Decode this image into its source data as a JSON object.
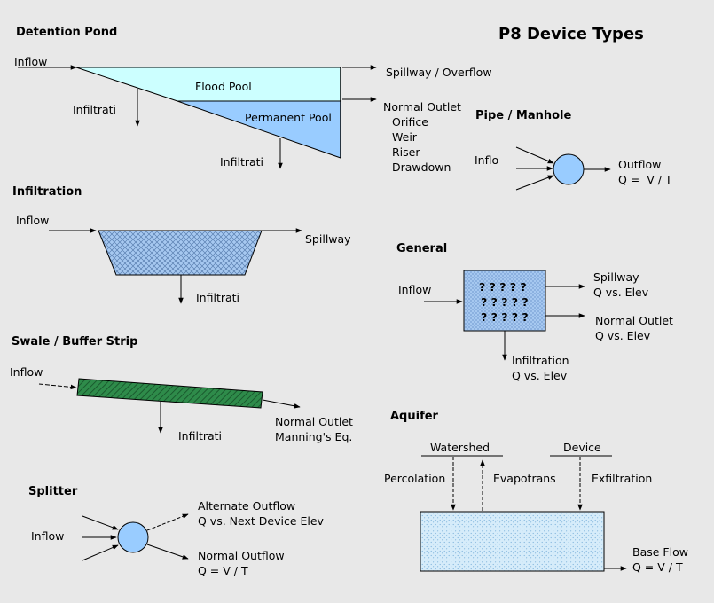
{
  "title": "P8 Device Types",
  "detention_pond": {
    "heading": "Detention Pond",
    "inflow": "Inflow",
    "flood_pool": "Flood Pool",
    "permanent_pool": "Permanent Pool",
    "infiltration_left": "Infiltrati",
    "infiltration_bottom": "Infiltrati",
    "spillway": "Spillway / Overflow",
    "normal_outlet": "Normal Outlet",
    "outlet_types": [
      "Orifice",
      "Weir",
      "Riser",
      "Drawdown"
    ]
  },
  "pipe_manhole": {
    "heading": "Pipe / Manhole",
    "inflow": "Inflo",
    "outflow": "Outflow",
    "equation": "Q =  V / T"
  },
  "infiltration": {
    "heading": "Infiltration",
    "inflow": "Inflow",
    "spillway": "Spillway",
    "infiltration": "Infiltrati"
  },
  "general": {
    "heading": "General",
    "inflow": "Inflow",
    "question_rows": [
      "? ? ? ? ?",
      "? ? ? ? ?",
      "? ? ? ? ?"
    ],
    "spillway": "Spillway",
    "spillway_rel": "Q vs. Elev",
    "normal_outlet": "Normal Outlet",
    "normal_outlet_rel": "Q vs. Elev",
    "infiltration": "Infiltration",
    "infiltration_rel": "Q vs. Elev"
  },
  "swale": {
    "heading": "Swale / Buffer Strip",
    "inflow": "Inflow",
    "normal_outlet": "Normal Outlet",
    "mannings": "Manning's Eq.",
    "infiltration": "Infiltrati"
  },
  "aquifer": {
    "heading": "Aquifer",
    "watershed": "Watershed",
    "device": "Device",
    "percolation": "Percolation",
    "evapotrans": "Evapotrans",
    "exfiltration": "Exfiltration",
    "base_flow": "Base Flow",
    "base_flow_eq": "Q = V / T"
  },
  "splitter": {
    "heading": "Splitter",
    "inflow": "Inflow",
    "alternate_outflow": "Alternate Outflow",
    "alternate_rel": "Q vs. Next Device Elev",
    "normal_outflow": "Normal Outflow",
    "normal_eq": "Q = V / T"
  },
  "colors": {
    "background": "#e8e8e8",
    "flood_pool": "#ccffff",
    "permanent_pool": "#99ccff",
    "infiltration_basin": "#a6c8f0",
    "general_box": "#a6c8f0",
    "swale_strip": "#2e8b4a",
    "node_circle": "#99ccff",
    "aquifer_fill": "#d6ecfa"
  }
}
